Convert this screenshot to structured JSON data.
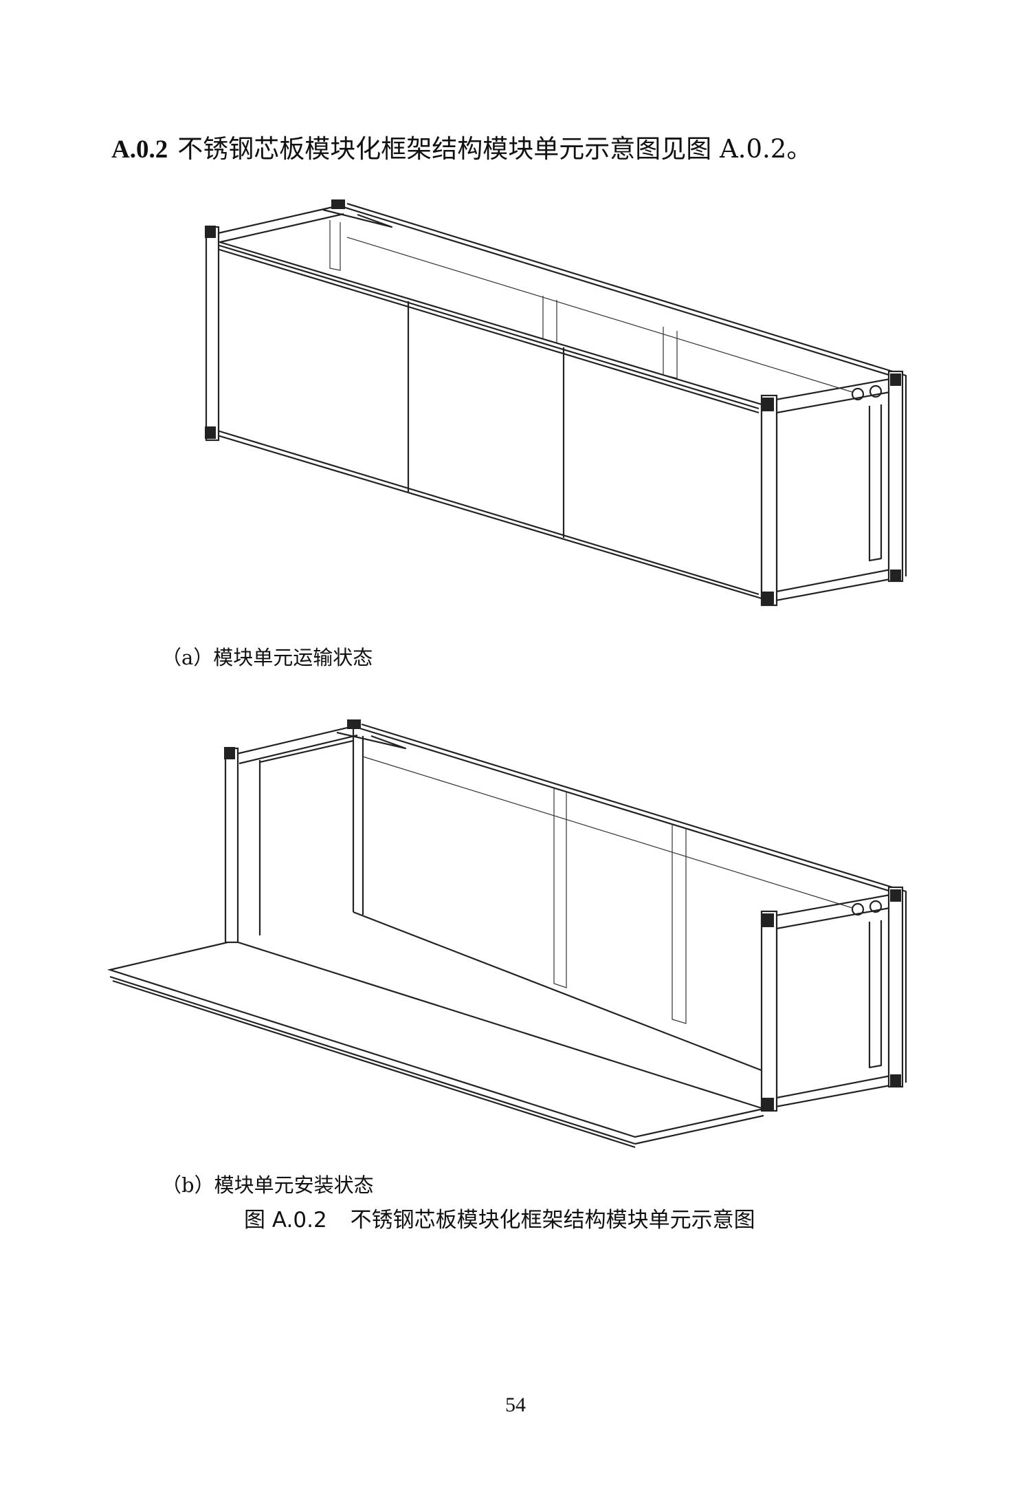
{
  "heading": {
    "number": "A.0.2",
    "text": "不锈钢芯板模块化框架结构模块单元示意图见图 A.0.2。"
  },
  "figure": {
    "sub_a": "（a）模块单元运输状态",
    "sub_b": "（b）模块单元安装状态",
    "caption_number": "图 A.0.2",
    "caption_title": "不锈钢芯板模块化框架结构模块单元示意图"
  },
  "page_number": "54"
}
